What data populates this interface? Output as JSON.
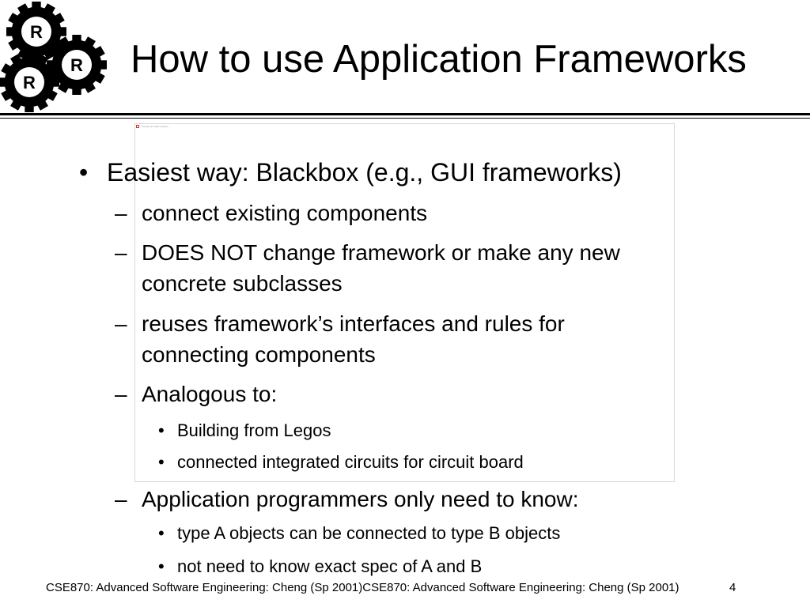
{
  "logo": {
    "gear_letter": "R"
  },
  "slide": {
    "title": "How to use Application Frameworks"
  },
  "embed": {
    "caption": "Powerpoint Slide Graphic"
  },
  "markers": {
    "bullet": "•",
    "dash": "–"
  },
  "content": {
    "b1": "Easiest way: Blackbox (e.g., GUI frameworks)",
    "s1": "connect existing components",
    "s2_line1": "DOES NOT change framework or make any new",
    "s2_line2": "concrete subclasses",
    "s3_line1": "reuses framework’s interfaces and rules for",
    "s3_line2": "connecting components",
    "s4": "Analogous to:",
    "s4_items": [
      "Building from Legos",
      "connected integrated circuits for circuit board"
    ],
    "s5": "Application programmers only need to know:",
    "s5_items": [
      "type A objects can be connected to type B objects",
      "not need to know exact spec of A and B"
    ]
  },
  "footer": {
    "text": "CSE870: Advanced Software Engineering: Cheng (Sp 2001)CSE870: Advanced Software Engineering: Cheng (Sp 2001)",
    "page_number": "4"
  }
}
